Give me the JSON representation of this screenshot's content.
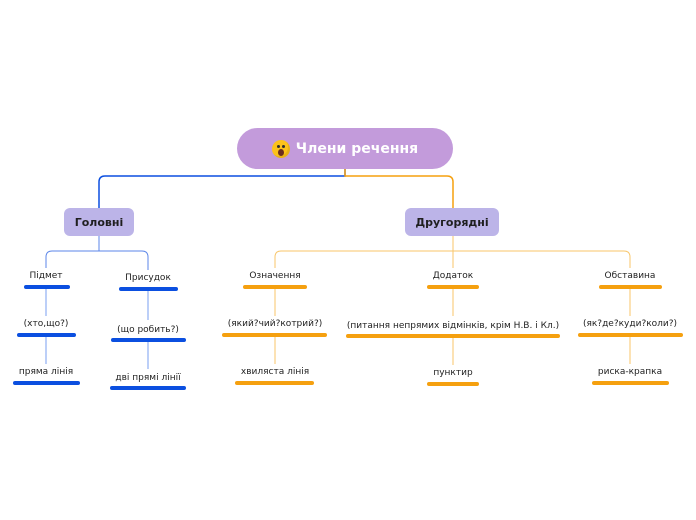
{
  "colors": {
    "left_branch": "#0b4fe0",
    "right_branch": "#f5a00f",
    "root_bg": "#c39bdb",
    "main_bg": "#bcb4e8"
  },
  "root": {
    "label": "Члени речення",
    "icon": "astonished-face-icon"
  },
  "branches": {
    "main": {
      "label": "Головні",
      "subject": {
        "label": "Підмет",
        "question": "(хто,що?)",
        "underline": "пряма лінія"
      },
      "predicate": {
        "label": "Присудок",
        "question": "(що робить?)",
        "underline": "дві прямі лінії"
      }
    },
    "secondary": {
      "label": "Другорядні",
      "attribute": {
        "label": "Означення",
        "question": "(який?чий?котрий?)",
        "underline": "хвиляста лінія"
      },
      "object": {
        "label": "Додаток",
        "question": "(питання непрямих відмінків, крім Н.В. і Кл.)",
        "underline": "пунктир"
      },
      "adverbial": {
        "label": "Обставина",
        "question": "(як?де?куди?коли?)",
        "underline": "риска-крапка"
      }
    }
  }
}
